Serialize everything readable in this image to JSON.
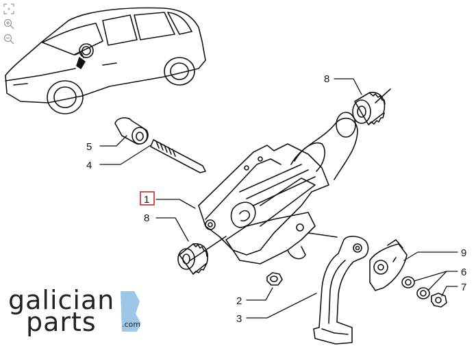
{
  "controls": {
    "fullscreen_icon": "fullscreen-icon",
    "zoom_in_icon": "zoom-in-icon",
    "zoom_out_icon": "zoom-out-icon"
  },
  "callouts": [
    {
      "id": "1",
      "label": "1",
      "highlighted": true
    },
    {
      "id": "2",
      "label": "2"
    },
    {
      "id": "3",
      "label": "3"
    },
    {
      "id": "4",
      "label": "4"
    },
    {
      "id": "5",
      "label": "5"
    },
    {
      "id": "6",
      "label": "6"
    },
    {
      "id": "7",
      "label": "7"
    },
    {
      "id": "8a",
      "label": "8"
    },
    {
      "id": "8b",
      "label": "8"
    },
    {
      "id": "9",
      "label": "9"
    }
  ],
  "logo": {
    "line1": "galician",
    "line2": "parts",
    "suffix": ".com"
  },
  "colors": {
    "highlight": "#d0202a",
    "logo_accent": "#9ec6e6",
    "ink": "#111111"
  }
}
